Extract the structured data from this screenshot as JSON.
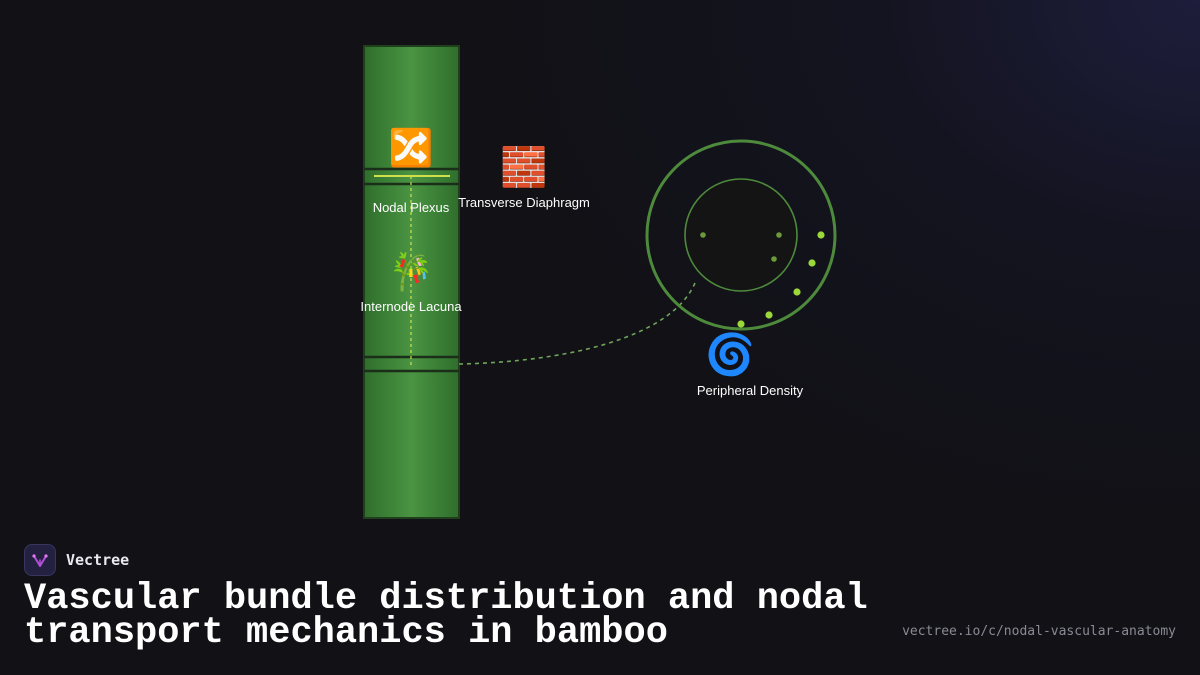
{
  "brand": {
    "name": "Vectree",
    "logo_icon": "vectree-logo-icon"
  },
  "title": "Vascular bundle distribution and nodal transport mechanics in bamboo",
  "url": "vectree.io/c/nodal-vascular-anatomy",
  "colors": {
    "background": "#111116",
    "culm_green": "#3f8a3a",
    "ring_green": "#4e8a3c",
    "bundle_dot": "#9bd83a",
    "connector": "#6fa55a",
    "flow_line": "#cfe04a"
  },
  "diagram": {
    "nodes": [
      {
        "id": "nodal-plexus",
        "icon": "shuffle-arrows-icon",
        "glyph": "🔀",
        "label": "Nodal Plexus"
      },
      {
        "id": "transverse-diaphragm",
        "icon": "brick-wall-icon",
        "glyph": "🧱",
        "label": "Transverse Diaphragm"
      },
      {
        "id": "internode-lacuna",
        "icon": "bamboo-icon",
        "glyph": "🎋",
        "label": "Internode Lacuna"
      },
      {
        "id": "peripheral-density",
        "icon": "spiral-icon",
        "glyph": "🌀",
        "label": "Peripheral Density"
      }
    ]
  }
}
